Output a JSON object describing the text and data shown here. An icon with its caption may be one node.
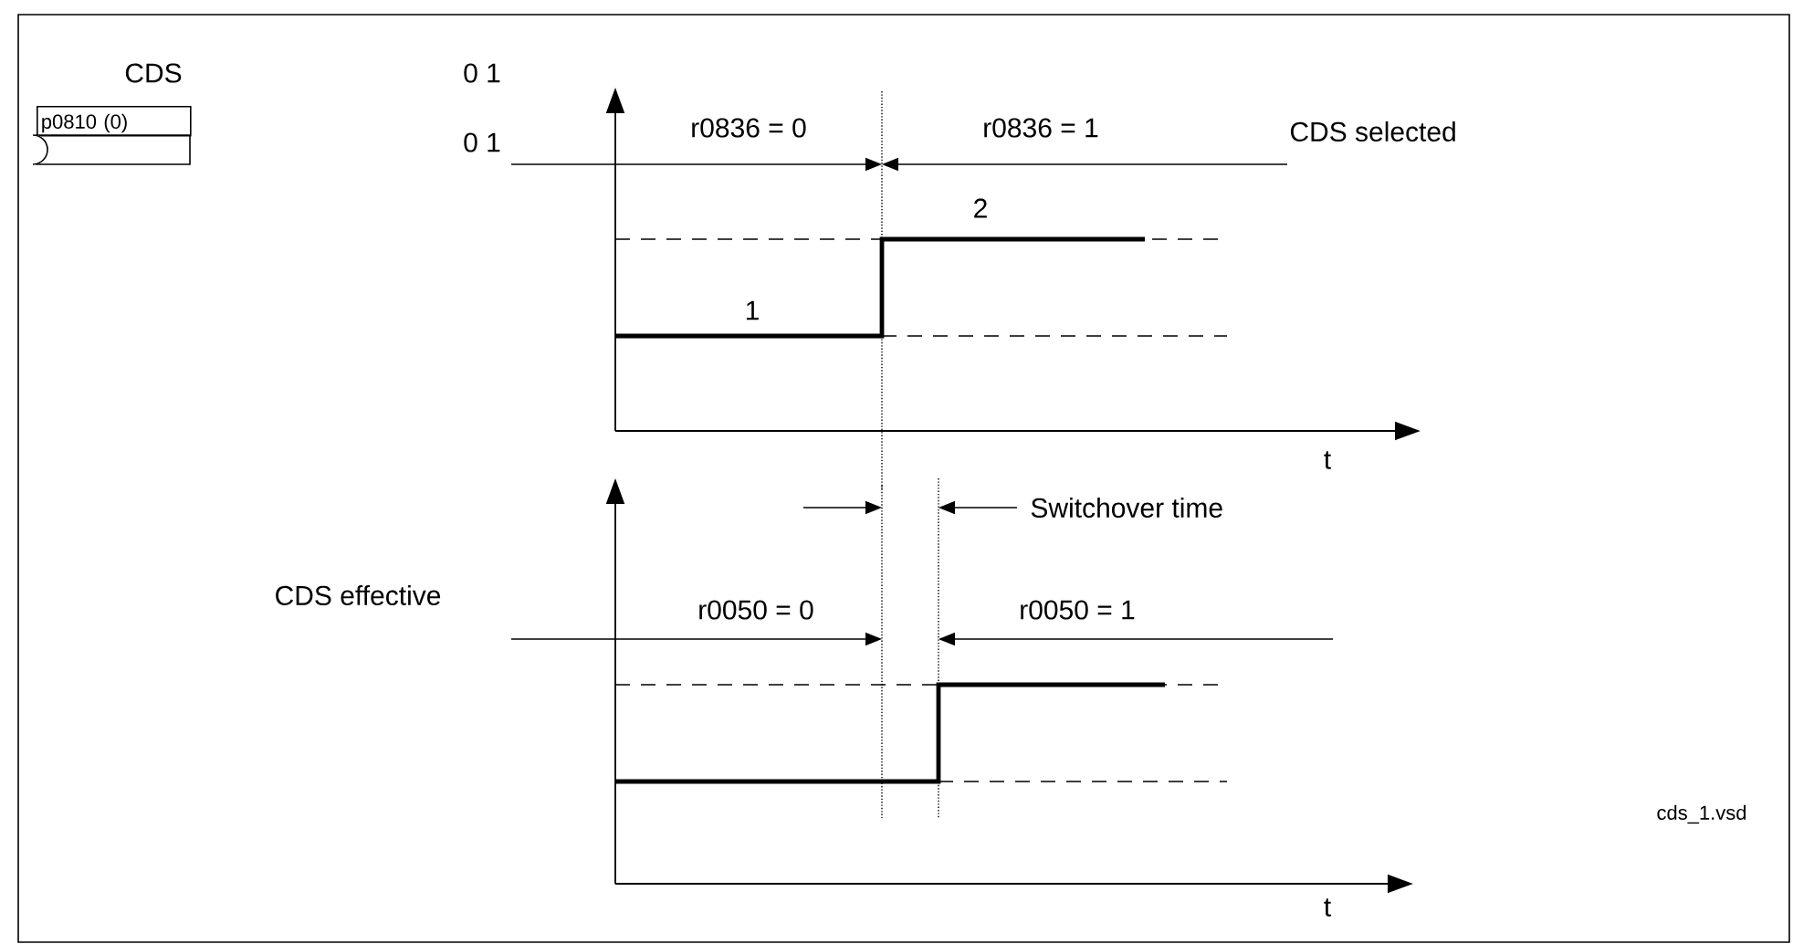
{
  "diagram": {
    "nodes": [
      {
        "text": [
          "p0810 (0)"
        ]
      }
    ],
    "labels": [
      "CDS",
      "0 1",
      "0 1",
      "r0836 = 0",
      "r0836 = 1",
      "CDS selected",
      "2",
      "1",
      "t",
      "Switchover time",
      "CDS effective",
      "r0050 = 0",
      "r0050 = 1",
      "cds_1.vsd",
      "t"
    ]
  }
}
